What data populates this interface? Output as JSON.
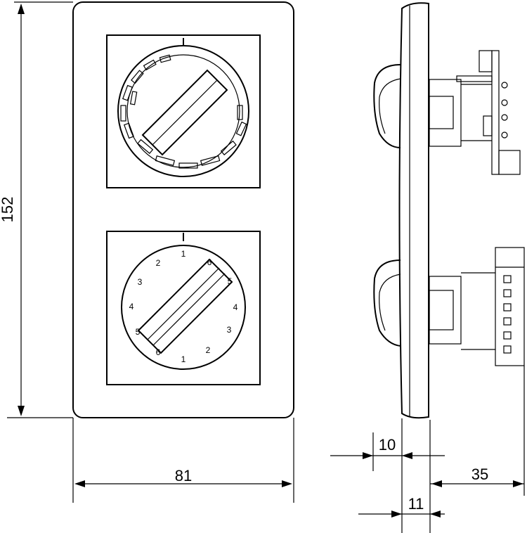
{
  "dimensions": {
    "height": "152",
    "width": "81",
    "plate_depth": "10",
    "front_offset": "11",
    "insert_depth": "35"
  },
  "dial_scale": {
    "left_arc": [
      "2",
      "3",
      "4",
      "5"
    ],
    "right_arc": [
      "1",
      "2",
      "3",
      "4",
      "5"
    ],
    "pointer_ends": [
      "6",
      "6"
    ],
    "top_marks": [
      "1"
    ]
  },
  "colors": {
    "line": "#000000",
    "background": "#ffffff"
  }
}
